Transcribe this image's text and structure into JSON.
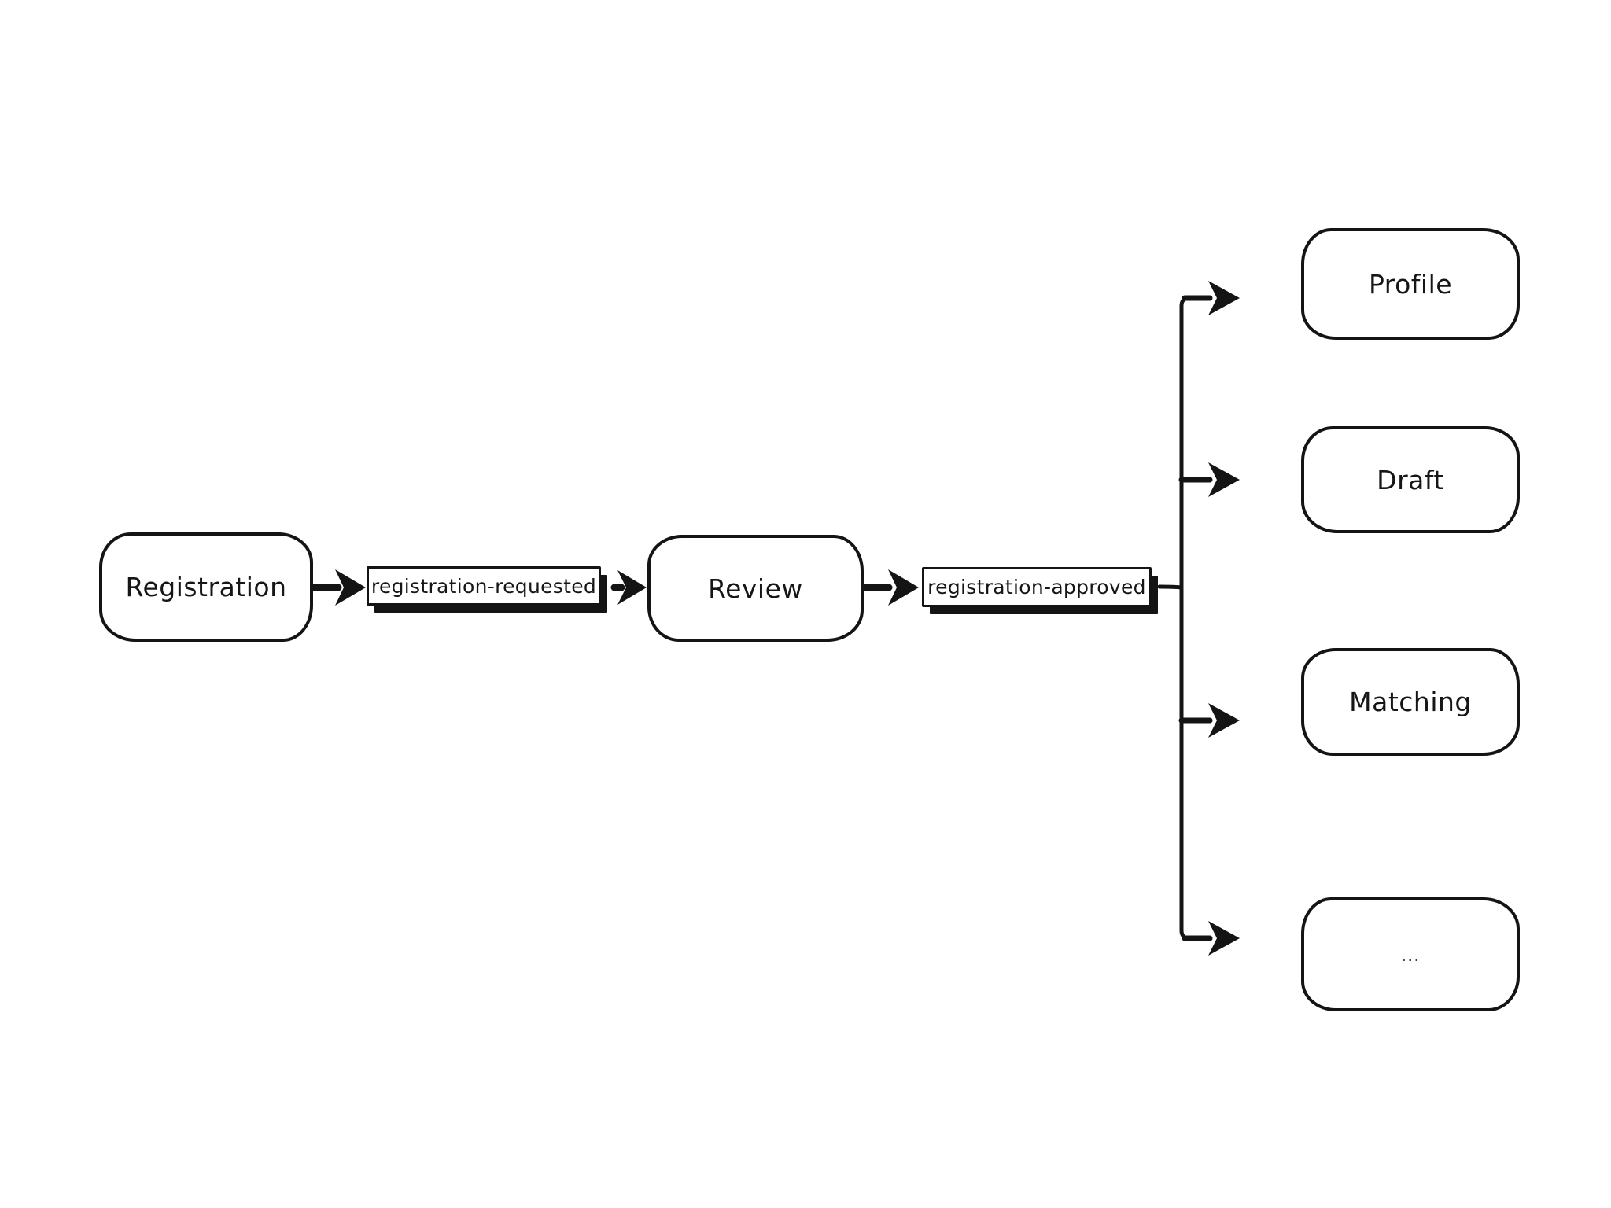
{
  "diagram": {
    "kind": "flowchart",
    "style": "hand-drawn black on white",
    "colors": {
      "stroke": "#141414",
      "background": "#ffffff",
      "shape_fill": "#ffffff"
    },
    "nodes": {
      "registration": {
        "label": "Registration"
      },
      "review": {
        "label": "Review"
      },
      "profile": {
        "label": "Profile"
      },
      "draft": {
        "label": "Draft"
      },
      "matching": {
        "label": "Matching"
      },
      "ellipsis": {
        "label": "..."
      }
    },
    "events": {
      "requested": {
        "label": "registration-requested"
      },
      "approved": {
        "label": "registration-approved"
      }
    },
    "edges": [
      {
        "from": "registration",
        "to": "registration-requested"
      },
      {
        "from": "registration-requested",
        "to": "review"
      },
      {
        "from": "review",
        "to": "registration-approved"
      },
      {
        "from": "registration-approved",
        "to": "profile"
      },
      {
        "from": "registration-approved",
        "to": "draft"
      },
      {
        "from": "registration-approved",
        "to": "matching"
      },
      {
        "from": "registration-approved",
        "to": "ellipsis"
      }
    ]
  }
}
